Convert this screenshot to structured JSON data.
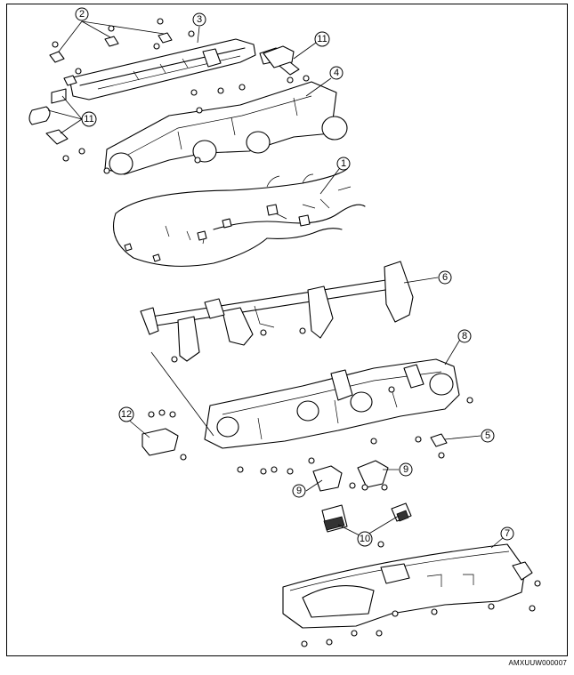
{
  "diagram_code": "AMXUUW000007",
  "callouts": [
    {
      "id": "c2",
      "label": "2"
    },
    {
      "id": "c3",
      "label": "3"
    },
    {
      "id": "c11a",
      "label": "11"
    },
    {
      "id": "c4",
      "label": "4"
    },
    {
      "id": "c11b",
      "label": "11"
    },
    {
      "id": "c1",
      "label": "1"
    },
    {
      "id": "c6",
      "label": "6"
    },
    {
      "id": "c8",
      "label": "8"
    },
    {
      "id": "c12",
      "label": "12"
    },
    {
      "id": "c5",
      "label": "5"
    },
    {
      "id": "c9a",
      "label": "9"
    },
    {
      "id": "c9b",
      "label": "9"
    },
    {
      "id": "c10",
      "label": "10"
    },
    {
      "id": "c7",
      "label": "7"
    }
  ]
}
